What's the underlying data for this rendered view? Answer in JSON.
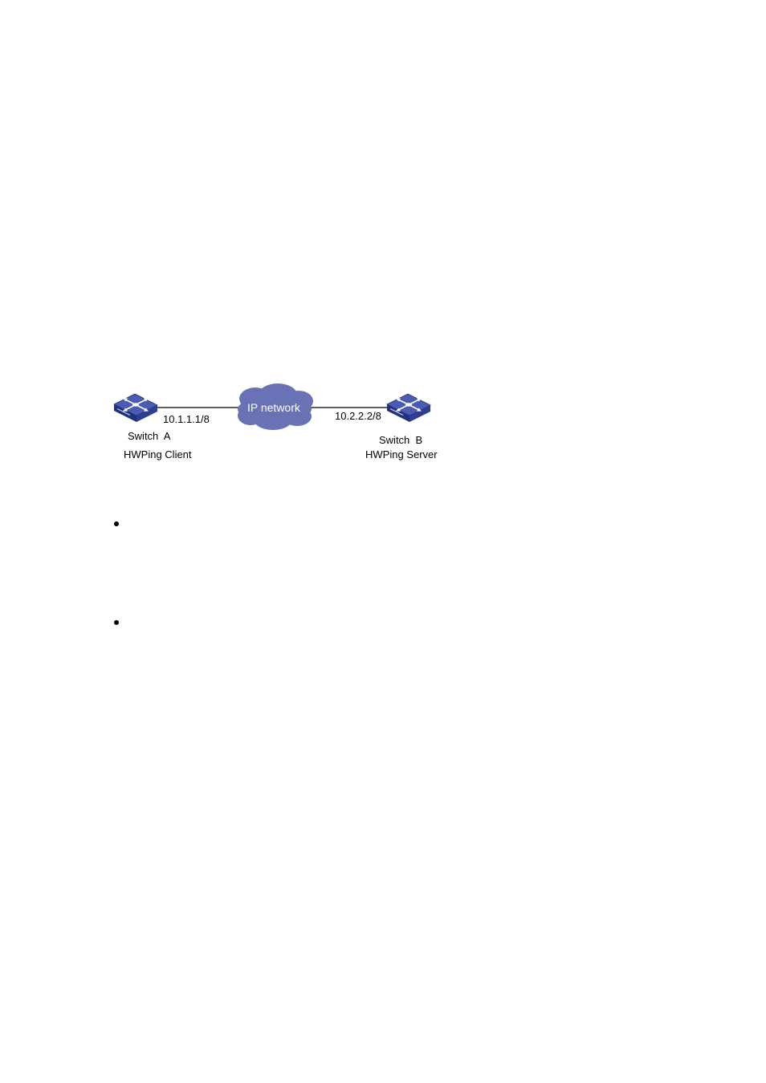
{
  "diagram": {
    "cloud_label": "IP network",
    "switch_a": {
      "ip": "10.1.1.1/8",
      "name": "Switch  A",
      "role": "HWPing Client",
      "icon": "switch-icon"
    },
    "switch_b": {
      "ip": "10.2.2.2/8",
      "name": "Switch  B",
      "role": "HWPing Server",
      "icon": "switch-icon"
    },
    "colors": {
      "device_blue": "#2e3d8f",
      "device_top": "#5566b3",
      "cloud": "#6a72b6",
      "link": "#000000"
    }
  },
  "list": {
    "bullets": [
      "",
      ""
    ]
  }
}
